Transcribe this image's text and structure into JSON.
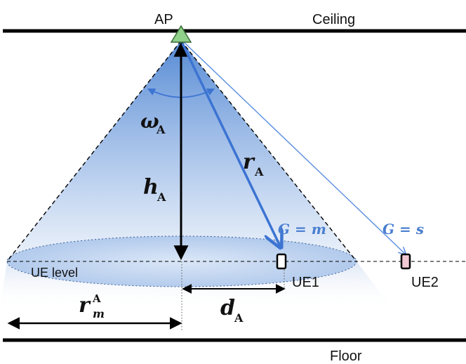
{
  "labels": {
    "ap": "AP",
    "ceiling": "Ceiling",
    "floor": "Floor",
    "ue_level": "UE level",
    "ue1": "UE1",
    "ue2": "UE2",
    "g_m": "G = m",
    "g_s": "G = s",
    "omega_main": "ω",
    "omega_sub": "A",
    "h_main": "h",
    "h_sub": "A",
    "r_main": "r",
    "r_sub": "A",
    "d_main": "d",
    "d_sub": "A",
    "rm_main": "r",
    "rm_sub": "m",
    "rm_sup": "A"
  },
  "colors": {
    "cone_top": "#5b8fd6",
    "cone_bottom": "#e3ecf8",
    "ray": "#3c74d2",
    "thin_ray": "#5a8ee0",
    "ue2_fill": "#f2c9d2",
    "line": "#000000"
  }
}
